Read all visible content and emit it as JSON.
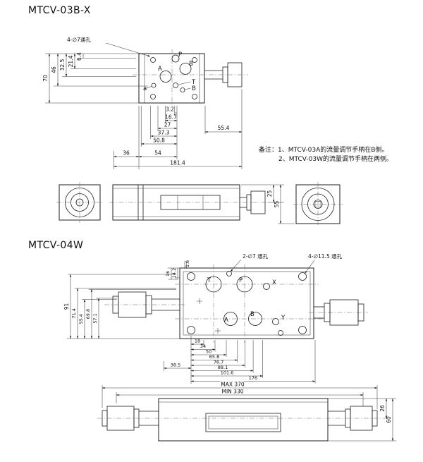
{
  "s1": {
    "title": "MTCV-03B-X",
    "hole_note": "4-∅7通孔",
    "ports": {
      "p": "P",
      "a": "A",
      "b": "B",
      "t": "T",
      "b2": "B",
      "a2": "a"
    },
    "vdims": {
      "v70": "70",
      "v46": "46",
      "v32_5": "32.5",
      "v21_4": "21.4",
      "v6_4": "6.4"
    },
    "hdims": {
      "h3_2": "3.2",
      "h16_7": "16.7",
      "h27": "27",
      "h37_3": "37.3",
      "h50_8": "50.8",
      "h36": "36",
      "h54": "54",
      "h181_4": "181.4",
      "h55_4": "55.4"
    },
    "note1": "备注：1、MTCV-03A的流量调节手柄在B侧。",
    "note2": "2、MTCV-03W的流量调节手柄在两侧。",
    "side": {
      "d25": "25",
      "d55": "55"
    }
  },
  "s2": {
    "title": "MTCV-04W",
    "note_holes_small": "2-∅7 通孔",
    "note_holes_large": "4-∅11.5 通孔",
    "ports": {
      "t": "T",
      "p": "P",
      "x": "X",
      "a": "A",
      "b": "B",
      "y": "Y"
    },
    "vdims": {
      "v91": "91",
      "v71_4": "71.4",
      "v55_4": "55.4",
      "v69_8": "69.8",
      "v57_1": "57.1",
      "v16": "16",
      "v14_2": "14.2",
      "v1_6": "1.6"
    },
    "hdims": {
      "h18": "18",
      "h34": "34",
      "h50": "50",
      "h65_8": "65.8",
      "h76_7": "76.7",
      "h88_1": "88.1",
      "h101_6": "101.6",
      "h176": "176",
      "h38_5": "38.5"
    },
    "front": {
      "max": "MAX 370",
      "min": "MIN 330",
      "d26": "26",
      "d60": "60"
    }
  }
}
